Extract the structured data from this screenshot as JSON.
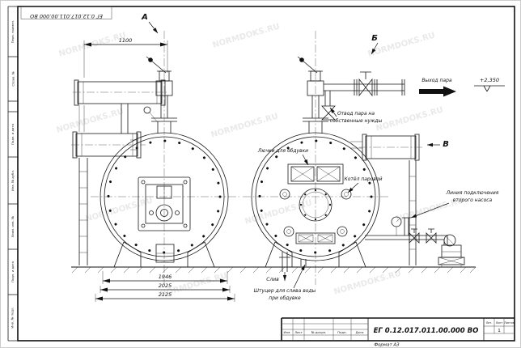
{
  "sheet": {
    "corner_doc_number": "ЕГ 0.12.017.011.00.000 ВО",
    "format_note": "Формат А3",
    "watermark": "NORMDOKS.RU",
    "margin_labels": [
      "Перв. примен.",
      "Справ. №",
      "Подп. и дата",
      "Инв. № дубл.",
      "Взам. инв. №",
      "Подп. и дата",
      "Инв. № подл."
    ]
  },
  "views": {
    "a": "А",
    "b": "Б",
    "v": "В"
  },
  "dimensions": {
    "top_width": "1100",
    "support_span": "1946",
    "shell_width": "2025",
    "base_width": "2125",
    "outlet_elevation": "+2,350"
  },
  "annotations": {
    "steam_outlet": "Выход пара",
    "own_needs_line1": "Отвод пара на",
    "own_needs_line2": "собственные нужды",
    "blow_hatches": "Лючки для обдувки",
    "boiler": "Котёл паровой",
    "pump_line_line1": "Линия подключения",
    "pump_line_line2": "второго насоса",
    "drain": "Слив",
    "drain_fitting_line1": "Штуцер для слива воды",
    "drain_fitting_line2": "при обдувке"
  },
  "title_block": {
    "doc_number": "ЕГ 0.12.017.011.00.000 ВО",
    "col_izm": "Изм.",
    "col_list": "Лист",
    "col_doc": "№ докум.",
    "col_sign": "Подп.",
    "col_date": "Дата",
    "lit_label": "Лит.",
    "sheet_label": "Лист",
    "sheets_label": "Листов",
    "sheet_value": "1"
  }
}
